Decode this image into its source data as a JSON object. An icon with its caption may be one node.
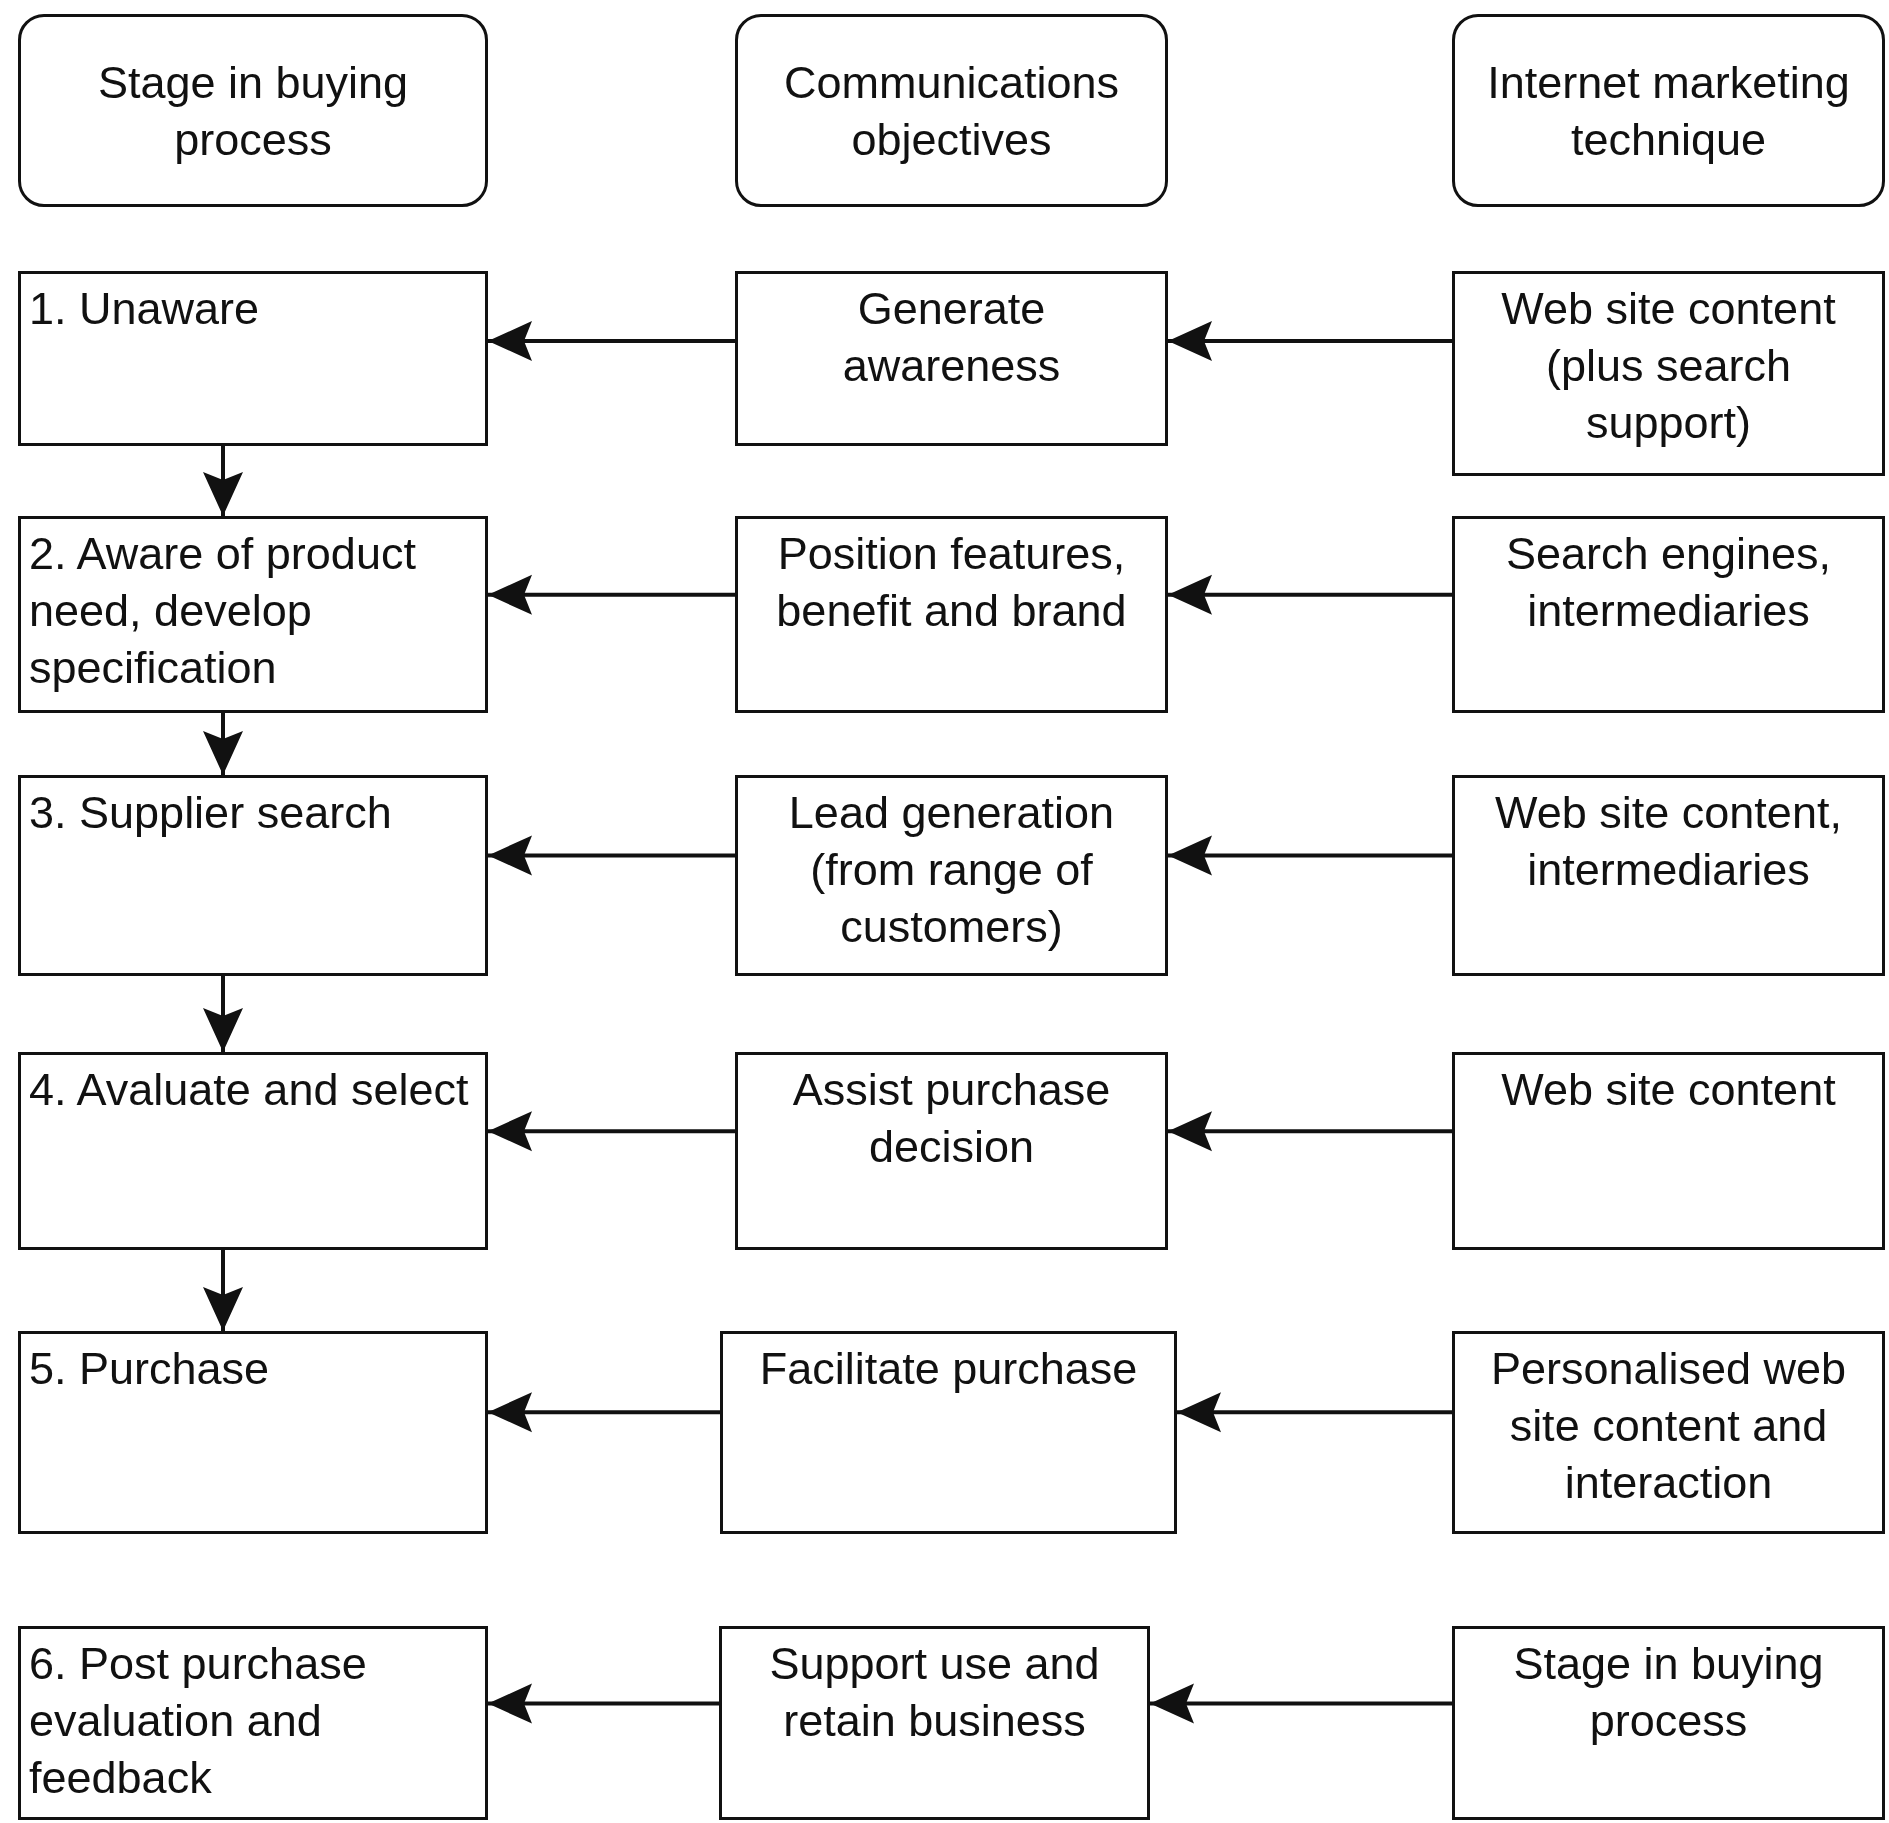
{
  "diagram": {
    "nodes": [
      {
        "text": [
          "Stage in buying process"
        ]
      },
      {
        "text": [
          "Communications objectives"
        ]
      },
      {
        "text": [
          "Internet marketing technique"
        ]
      },
      {
        "text": [
          "1. Unaware"
        ]
      },
      {
        "text": [
          "2. Aware of product need, develop specification"
        ]
      },
      {
        "text": [
          "3. Supplier search"
        ]
      },
      {
        "text": [
          "4. Avaluate and select"
        ]
      },
      {
        "text": [
          "5. Purchase"
        ]
      },
      {
        "text": [
          "6. Post purchase evaluation and feedback"
        ]
      },
      {
        "text": [
          "Generate awareness"
        ]
      },
      {
        "text": [
          "Position features, benefit and brand"
        ]
      },
      {
        "text": [
          "Lead generation (from range of customers)"
        ]
      },
      {
        "text": [
          "Assist purchase decision"
        ]
      },
      {
        "text": [
          "Facilitate purchase"
        ]
      },
      {
        "text": [
          "Support use and retain business"
        ]
      },
      {
        "text": [
          "Web site content (plus search support)"
        ]
      },
      {
        "text": [
          "Search engines, intermediaries"
        ]
      },
      {
        "text": [
          "Web site content, intermediaries"
        ]
      },
      {
        "text": [
          "Web site content"
        ]
      },
      {
        "text": [
          "Personalised web site content and interaction"
        ]
      },
      {
        "text": [
          "Stage in buying process"
        ]
      }
    ],
    "edges": [
      {
        "from": 3,
        "to": 4,
        "arrow": "to"
      },
      {
        "from": 4,
        "to": 5,
        "arrow": "to"
      },
      {
        "from": 5,
        "to": 6,
        "arrow": "to"
      },
      {
        "from": 6,
        "to": 7,
        "arrow": "to"
      },
      {
        "from": 9,
        "to": 3,
        "arrow": "to"
      },
      {
        "from": 10,
        "to": 4,
        "arrow": "to"
      },
      {
        "from": 11,
        "to": 5,
        "arrow": "to"
      },
      {
        "from": 12,
        "to": 6,
        "arrow": "to"
      },
      {
        "from": 13,
        "to": 7,
        "arrow": "to"
      },
      {
        "from": 14,
        "to": 8,
        "arrow": "to"
      },
      {
        "from": 15,
        "to": 9,
        "arrow": "to"
      },
      {
        "from": 16,
        "to": 10,
        "arrow": "to"
      },
      {
        "from": 17,
        "to": 11,
        "arrow": "to"
      },
      {
        "from": 18,
        "to": 12,
        "arrow": "to"
      },
      {
        "from": 19,
        "to": 13,
        "arrow": "to"
      },
      {
        "from": 20,
        "to": 14,
        "arrow": "to"
      }
    ]
  }
}
